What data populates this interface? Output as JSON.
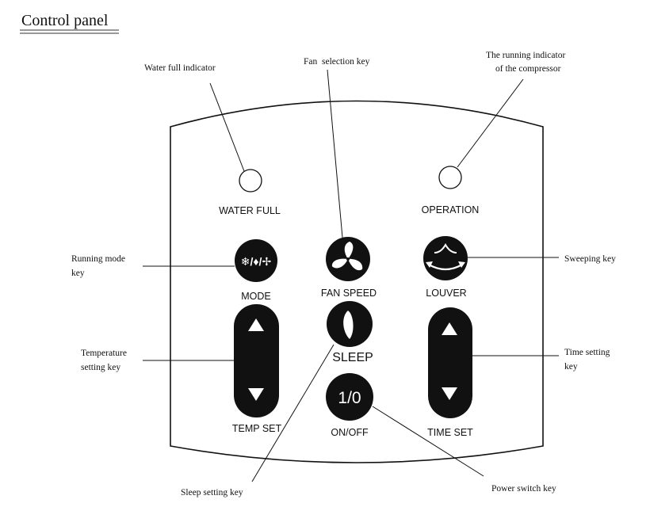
{
  "page_title": "Control panel",
  "panel": {
    "indicators": {
      "water_full": "WATER FULL",
      "operation": "OPERATION"
    },
    "keys": {
      "mode_symbol": "❄/♦/✢",
      "mode": "MODE",
      "fan_speed": "FAN SPEED",
      "louver": "LOUVER",
      "sleep": "SLEEP",
      "on_off_symbol": "1/0",
      "on_off": "ON/OFF",
      "temp_set": "TEMP SET",
      "time_set": "TIME SET"
    }
  },
  "callouts": {
    "water_full_indicator": "Water full indicator",
    "fan_selection_key": "Fan  selection key",
    "compressor_indicator_line1": "The running indicator",
    "compressor_indicator_line2": "of the compressor",
    "running_mode_line1": "Running mode",
    "running_mode_line2": "key",
    "sweeping_key": "Sweeping key",
    "temperature_line1": "Temperature",
    "temperature_line2": "setting key",
    "time_line1": "Time setting",
    "time_line2": "key",
    "sleep_setting_key": "Sleep setting key",
    "power_switch_key": "Power switch key"
  }
}
